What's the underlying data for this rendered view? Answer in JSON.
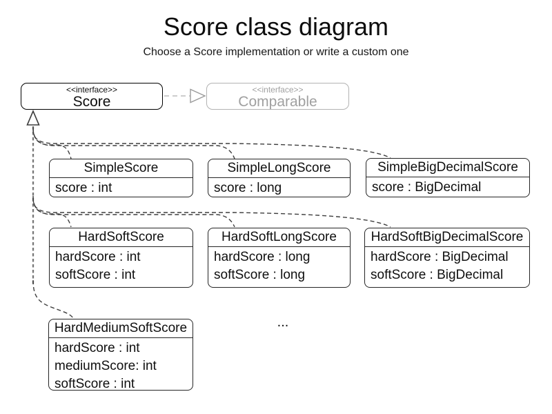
{
  "header": {
    "title": "Score class diagram",
    "subtitle": "Choose a Score implementation or write a custom one"
  },
  "interfaces": [
    {
      "stereotype": "<<interface>>",
      "name": "Score"
    },
    {
      "stereotype": "<<interface>>",
      "name": "Comparable"
    }
  ],
  "classes": [
    {
      "name": "SimpleScore",
      "attributes": [
        "score : int"
      ]
    },
    {
      "name": "SimpleLongScore",
      "attributes": [
        "score : long"
      ]
    },
    {
      "name": "SimpleBigDecimalScore",
      "attributes": [
        "score : BigDecimal"
      ]
    },
    {
      "name": "HardSoftScore",
      "attributes": [
        "hardScore : int",
        "softScore : int"
      ]
    },
    {
      "name": "HardSoftLongScore",
      "attributes": [
        "hardScore : long",
        "softScore : long"
      ]
    },
    {
      "name": "HardSoftBigDecimalScore",
      "attributes": [
        "hardScore : BigDecimal",
        "softScore : BigDecimal"
      ]
    },
    {
      "name": "HardMediumSoftScore",
      "attributes": [
        "hardScore : int",
        "mediumScore: int",
        "softScore : int"
      ]
    }
  ],
  "ellipsis": "...",
  "relationships": [
    {
      "from": "Score",
      "to": "Comparable",
      "type": "realization"
    },
    {
      "from": "SimpleScore",
      "to": "Score",
      "type": "realization"
    },
    {
      "from": "SimpleLongScore",
      "to": "Score",
      "type": "realization"
    },
    {
      "from": "SimpleBigDecimalScore",
      "to": "Score",
      "type": "realization"
    },
    {
      "from": "HardSoftScore",
      "to": "Score",
      "type": "realization"
    },
    {
      "from": "HardSoftLongScore",
      "to": "Score",
      "type": "realization"
    },
    {
      "from": "HardSoftBigDecimalScore",
      "to": "Score",
      "type": "realization"
    },
    {
      "from": "HardMediumSoftScore",
      "to": "Score",
      "type": "realization"
    }
  ],
  "colors": {
    "ink": "#111111",
    "muted_gray": "#a0a0a0",
    "edge_dark": "#3d3d3d",
    "trunk_gray": "#787878",
    "arrow_gray": "#bcbcbc"
  }
}
